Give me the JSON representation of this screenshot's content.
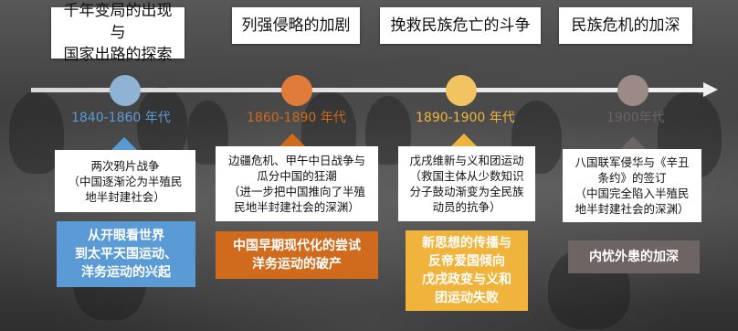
{
  "periods": [
    {
      "title": "千年变局的出现与\n国家出路的探索",
      "date": "1840-1860 年代",
      "description": "两次鸦片战争\n（中国逐渐沦为半殖民\n地半封建社会）",
      "result": "从开眼看世界\n到太平天国运动、\n洋务运动的兴起",
      "color": "#5b9bd5",
      "dot_color": "#8fb3d3"
    },
    {
      "title": "列强侵略的加剧",
      "date": "1860-1890 年代",
      "description": "边疆危机、甲午中日战争与\n瓜分中国的狂潮\n（进一步把中国推向了半殖\n民地半封建社会的深渊）",
      "result": "中国早期现代化的尝试\n洋务运动的破产",
      "color": "#d06a1c",
      "dot_color": "#e07b39"
    },
    {
      "title": "挽救民族危亡的斗争",
      "date": "1890-1900 年代",
      "description": "戊戌维新与义和团运动\n（救国主体从少数知识\n分子鼓动渐变为全民族\n动员的抗争）",
      "result": "新思想的传播与\n反帝爱国倾向\n戊戌政变与义和\n团运动失败",
      "color": "#f0b43c",
      "dot_color": "#f2c361"
    },
    {
      "title": "民族危机的加深",
      "date": "1900年代",
      "description": "八国联军侵华与《辛丑\n条约》的签订\n（中国完全陷入半殖民\n地半封建社会的深渊）",
      "result": "内忧外患的加深",
      "color": "#6e6464",
      "dot_color": "#9c8a86"
    }
  ]
}
